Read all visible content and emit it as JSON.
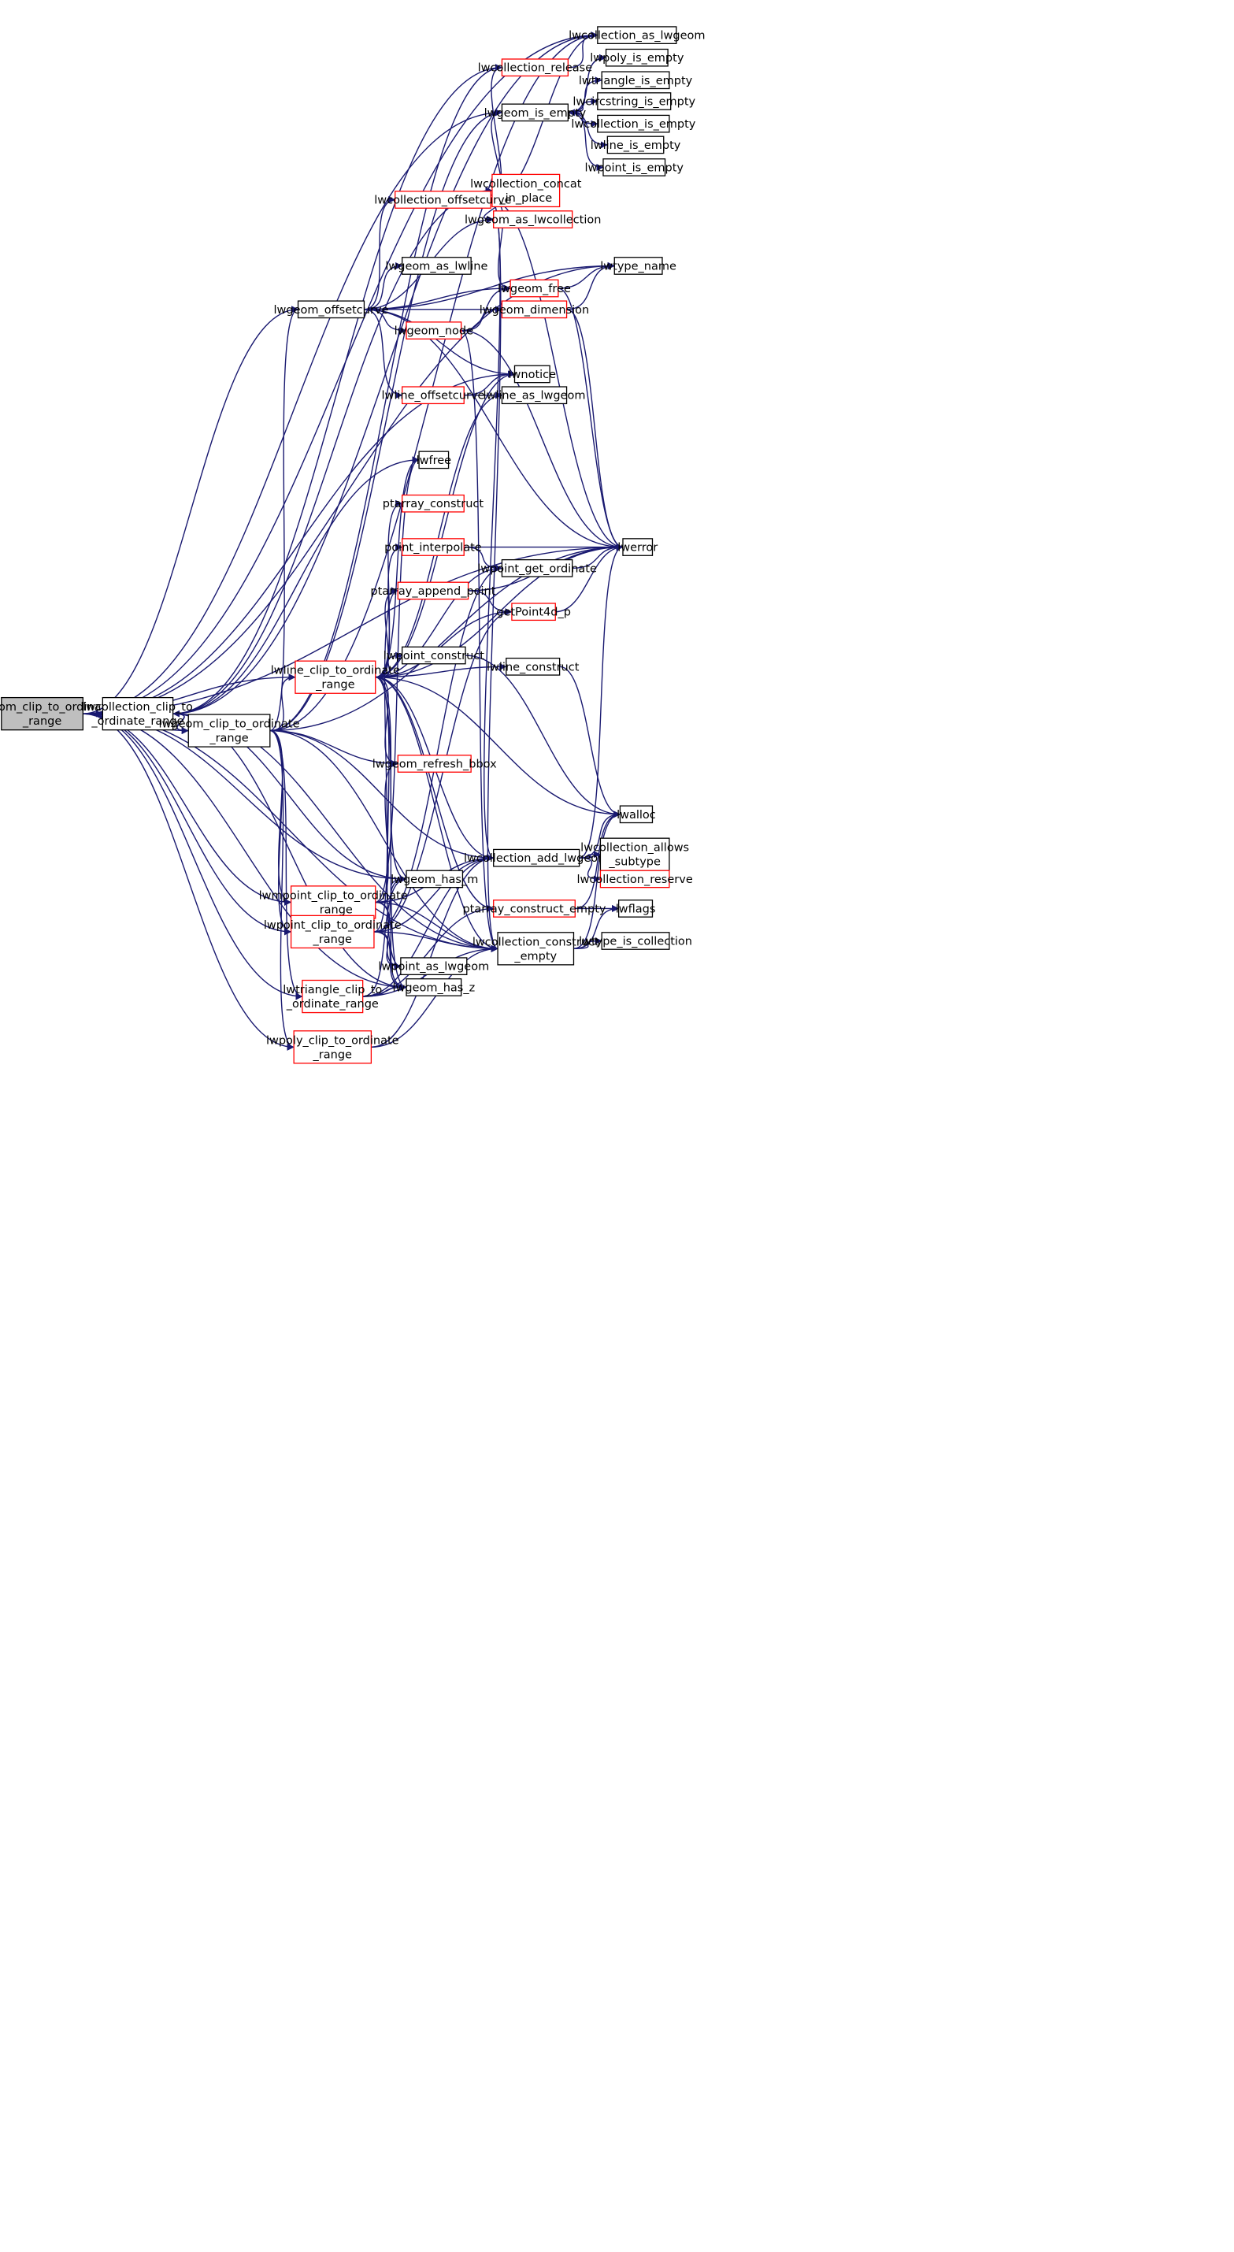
{
  "graph": {
    "edge_color": "#191970",
    "node_border_default": "#000000",
    "node_border_incomplete": "#ff0000",
    "root_fill": "#bfbfbf",
    "nodes": [
      {
        "id": "root",
        "lines": [
          "lwgeom_clip_to_ordinate",
          "_range"
        ],
        "style": "root"
      },
      {
        "id": "lwcollection_clip",
        "lines": [
          "lwcollection_clip_to",
          "_ordinate_range"
        ],
        "style": "normal"
      },
      {
        "id": "lwgeom_clip",
        "lines": [
          "lwgeom_clip_to_ordinate",
          "_range"
        ],
        "style": "normal"
      },
      {
        "id": "lwcollection_as_lwgeom",
        "lines": [
          "lwcollection_as_lwgeom"
        ],
        "style": "normal"
      },
      {
        "id": "lwcollection_release",
        "lines": [
          "lwcollection_release"
        ],
        "style": "red"
      },
      {
        "id": "lwpoly_is_empty",
        "lines": [
          "lwpoly_is_empty"
        ],
        "style": "normal"
      },
      {
        "id": "lwtriangle_is_empty",
        "lines": [
          "lwtriangle_is_empty"
        ],
        "style": "normal"
      },
      {
        "id": "lwgeom_is_empty",
        "lines": [
          "lwgeom_is_empty"
        ],
        "style": "normal"
      },
      {
        "id": "lwcircstring_is_empty",
        "lines": [
          "lwcircstring_is_empty"
        ],
        "style": "normal"
      },
      {
        "id": "lwcollection_is_empty",
        "lines": [
          "lwcollection_is_empty"
        ],
        "style": "normal"
      },
      {
        "id": "lwline_is_empty",
        "lines": [
          "lwline_is_empty"
        ],
        "style": "normal"
      },
      {
        "id": "lwpoint_is_empty",
        "lines": [
          "lwpoint_is_empty"
        ],
        "style": "normal"
      },
      {
        "id": "lwcollection_concat",
        "lines": [
          "lwcollection_concat",
          "_in_place"
        ],
        "style": "red"
      },
      {
        "id": "lwcollection_offsetcurve",
        "lines": [
          "lwcollection_offsetcurve"
        ],
        "style": "red"
      },
      {
        "id": "lwgeom_as_lwcollection",
        "lines": [
          "lwgeom_as_lwcollection"
        ],
        "style": "red"
      },
      {
        "id": "lwgeom_as_lwline",
        "lines": [
          "lwgeom_as_lwline"
        ],
        "style": "normal"
      },
      {
        "id": "lwtype_name",
        "lines": [
          "lwtype_name"
        ],
        "style": "normal"
      },
      {
        "id": "lwgeom_free",
        "lines": [
          "lwgeom_free"
        ],
        "style": "red"
      },
      {
        "id": "lwgeom_offsetcurve",
        "lines": [
          "lwgeom_offsetcurve"
        ],
        "style": "normal"
      },
      {
        "id": "lwgeom_dimension",
        "lines": [
          "lwgeom_dimension"
        ],
        "style": "red"
      },
      {
        "id": "lwgeom_node",
        "lines": [
          "lwgeom_node"
        ],
        "style": "red"
      },
      {
        "id": "lwnotice",
        "lines": [
          "lwnotice"
        ],
        "style": "normal"
      },
      {
        "id": "lwline_offsetcurve",
        "lines": [
          "lwline_offsetcurve"
        ],
        "style": "red"
      },
      {
        "id": "lwline_as_lwgeom",
        "lines": [
          "lwline_as_lwgeom"
        ],
        "style": "normal"
      },
      {
        "id": "lwfree",
        "lines": [
          "lwfree"
        ],
        "style": "normal"
      },
      {
        "id": "ptarray_construct",
        "lines": [
          "ptarray_construct"
        ],
        "style": "red"
      },
      {
        "id": "point_interpolate",
        "lines": [
          "point_interpolate"
        ],
        "style": "red"
      },
      {
        "id": "lwerror",
        "lines": [
          "lwerror"
        ],
        "style": "normal"
      },
      {
        "id": "lwpoint_get_ordinate",
        "lines": [
          "lwpoint_get_ordinate"
        ],
        "style": "normal"
      },
      {
        "id": "ptarray_append_point",
        "lines": [
          "ptarray_append_point"
        ],
        "style": "red"
      },
      {
        "id": "getPoint4d_p",
        "lines": [
          "getPoint4d_p"
        ],
        "style": "red"
      },
      {
        "id": "lwpoint_construct",
        "lines": [
          "lwpoint_construct"
        ],
        "style": "normal"
      },
      {
        "id": "lwline_construct",
        "lines": [
          "lwline_construct"
        ],
        "style": "normal"
      },
      {
        "id": "lwline_clip",
        "lines": [
          "lwline_clip_to_ordinate",
          "_range"
        ],
        "style": "red"
      },
      {
        "id": "lwgeom_refresh_bbox",
        "lines": [
          "lwgeom_refresh_bbox"
        ],
        "style": "red"
      },
      {
        "id": "lwalloc",
        "lines": [
          "lwalloc"
        ],
        "style": "normal"
      },
      {
        "id": "lwcollection_add_lwgeom",
        "lines": [
          "lwcollection_add_lwgeom"
        ],
        "style": "normal"
      },
      {
        "id": "lwcollection_allows_subtype",
        "lines": [
          "lwcollection_allows",
          "_subtype"
        ],
        "style": "normal"
      },
      {
        "id": "lwcollection_reserve",
        "lines": [
          "lwcollection_reserve"
        ],
        "style": "red"
      },
      {
        "id": "lwgeom_has_m",
        "lines": [
          "lwgeom_has_m"
        ],
        "style": "normal"
      },
      {
        "id": "lwmpoint_clip",
        "lines": [
          "lwmpoint_clip_to_ordinate",
          "_range"
        ],
        "style": "red"
      },
      {
        "id": "ptarray_construct_empty",
        "lines": [
          "ptarray_construct_empty"
        ],
        "style": "red"
      },
      {
        "id": "lwflags",
        "lines": [
          "lwflags"
        ],
        "style": "normal"
      },
      {
        "id": "lwpoint_clip",
        "lines": [
          "lwpoint_clip_to_ordinate",
          "_range"
        ],
        "style": "red"
      },
      {
        "id": "lwcollection_construct_empty",
        "lines": [
          "lwcollection_construct",
          "_empty"
        ],
        "style": "normal"
      },
      {
        "id": "lwtype_is_collection",
        "lines": [
          "lwtype_is_collection"
        ],
        "style": "normal"
      },
      {
        "id": "lwpoint_as_lwgeom",
        "lines": [
          "lwpoint_as_lwgeom"
        ],
        "style": "normal"
      },
      {
        "id": "lwtriangle_clip",
        "lines": [
          "lwtriangle_clip_to",
          "_ordinate_range"
        ],
        "style": "red"
      },
      {
        "id": "lwgeom_has_z",
        "lines": [
          "lwgeom_has_z"
        ],
        "style": "normal"
      },
      {
        "id": "lwpoly_clip",
        "lines": [
          "lwpoly_clip_to_ordinate",
          "_range"
        ],
        "style": "red"
      }
    ],
    "edges": [
      [
        "root",
        "lwcollection_clip"
      ],
      [
        "root",
        "lwgeom_clip"
      ],
      [
        "root",
        "lwcollection_as_lwgeom"
      ],
      [
        "root",
        "lwgeom_is_empty"
      ],
      [
        "root",
        "lwtype_name"
      ],
      [
        "root",
        "lwgeom_offsetcurve"
      ],
      [
        "root",
        "lwnotice"
      ],
      [
        "root",
        "lwerror"
      ],
      [
        "root",
        "lwline_clip"
      ],
      [
        "root",
        "lwgeom_has_m"
      ],
      [
        "root",
        "lwmpoint_clip"
      ],
      [
        "root",
        "lwpoint_clip"
      ],
      [
        "root",
        "lwtriangle_clip"
      ],
      [
        "root",
        "lwpoly_clip"
      ],
      [
        "root",
        "lwcollection_construct_empty"
      ],
      [
        "root",
        "lwgeom_has_z"
      ],
      [
        "lwcollection_clip",
        "lwcollection_as_lwgeom"
      ],
      [
        "lwcollection_clip",
        "lwcollection_release"
      ],
      [
        "lwcollection_clip",
        "lwcollection_concat"
      ],
      [
        "lwcollection_clip",
        "lwfree"
      ],
      [
        "lwcollection_clip",
        "lwgeom_clip"
      ],
      [
        "lwcollection_clip",
        "lwgeom_has_m"
      ],
      [
        "lwcollection_clip",
        "lwgeom_has_z"
      ],
      [
        "lwcollection_clip",
        "lwcollection_construct_empty"
      ],
      [
        "lwgeom_clip",
        "lwcollection_clip"
      ],
      [
        "lwgeom_clip",
        "lwcollection_as_lwgeom"
      ],
      [
        "lwgeom_clip",
        "lwcollection_release"
      ],
      [
        "lwgeom_clip",
        "lwgeom_is_empty"
      ],
      [
        "lwgeom_clip",
        "lwgeom_offsetcurve"
      ],
      [
        "lwgeom_clip",
        "lwerror"
      ],
      [
        "lwgeom_clip",
        "lwline_clip"
      ],
      [
        "lwgeom_clip",
        "lwgeom_refresh_bbox"
      ],
      [
        "lwgeom_clip",
        "lwcollection_add_lwgeom"
      ],
      [
        "lwgeom_clip",
        "lwmpoint_clip"
      ],
      [
        "lwgeom_clip",
        "lwpoint_clip"
      ],
      [
        "lwgeom_clip",
        "lwtriangle_clip"
      ],
      [
        "lwgeom_clip",
        "lwpoly_clip"
      ],
      [
        "lwgeom_clip",
        "lwcollection_construct_empty"
      ],
      [
        "lwcollection_release",
        "lwcollection_as_lwgeom"
      ],
      [
        "lwgeom_is_empty",
        "lwpoly_is_empty"
      ],
      [
        "lwgeom_is_empty",
        "lwtriangle_is_empty"
      ],
      [
        "lwgeom_is_empty",
        "lwcircstring_is_empty"
      ],
      [
        "lwgeom_is_empty",
        "lwcollection_is_empty"
      ],
      [
        "lwgeom_is_empty",
        "lwline_is_empty"
      ],
      [
        "lwgeom_is_empty",
        "lwpoint_is_empty"
      ],
      [
        "lwcollection_is_empty",
        "lwgeom_is_empty"
      ],
      [
        "lwcollection_offsetcurve",
        "lwcollection_as_lwgeom"
      ],
      [
        "lwcollection_offsetcurve",
        "lwcollection_release"
      ],
      [
        "lwcollection_offsetcurve",
        "lwgeom_is_empty"
      ],
      [
        "lwcollection_offsetcurve",
        "lwcollection_concat"
      ],
      [
        "lwcollection_offsetcurve",
        "lwgeom_as_lwcollection"
      ],
      [
        "lwcollection_offsetcurve",
        "lwgeom_free"
      ],
      [
        "lwcollection_offsetcurve",
        "lwerror"
      ],
      [
        "lwcollection_offsetcurve",
        "lwcollection_add_lwgeom"
      ],
      [
        "lwcollection_offsetcurve",
        "lwcollection_construct_empty"
      ],
      [
        "lwgeom_offsetcurve",
        "lwcollection_offsetcurve"
      ],
      [
        "lwgeom_offsetcurve",
        "lwgeom_as_lwcollection"
      ],
      [
        "lwgeom_offsetcurve",
        "lwgeom_as_lwline"
      ],
      [
        "lwgeom_offsetcurve",
        "lwtype_name"
      ],
      [
        "lwgeom_offsetcurve",
        "lwgeom_free"
      ],
      [
        "lwgeom_offsetcurve",
        "lwgeom_dimension"
      ],
      [
        "lwgeom_offsetcurve",
        "lwgeom_node"
      ],
      [
        "lwgeom_offsetcurve",
        "lwline_offsetcurve"
      ],
      [
        "lwgeom_offsetcurve",
        "lwerror"
      ],
      [
        "lwgeom_offsetcurve",
        "lwnotice"
      ],
      [
        "lwgeom_free",
        "lwtype_name"
      ],
      [
        "lwgeom_free",
        "lwerror"
      ],
      [
        "lwgeom_dimension",
        "lwtype_name"
      ],
      [
        "lwgeom_dimension",
        "lwerror"
      ],
      [
        "lwgeom_node",
        "lwgeom_free"
      ],
      [
        "lwgeom_node",
        "lwgeom_dimension"
      ],
      [
        "lwgeom_node",
        "lwerror"
      ],
      [
        "lwgeom_node",
        "lwcollection_construct_empty"
      ],
      [
        "lwline_offsetcurve",
        "lwnotice"
      ],
      [
        "lwline_offsetcurve",
        "lwline_as_lwgeom"
      ],
      [
        "point_interpolate",
        "lwerror"
      ],
      [
        "point_interpolate",
        "lwpoint_get_ordinate"
      ],
      [
        "lwpoint_get_ordinate",
        "lwerror"
      ],
      [
        "ptarray_append_point",
        "lwerror"
      ],
      [
        "ptarray_append_point",
        "getPoint4d_p"
      ],
      [
        "getPoint4d_p",
        "lwerror"
      ],
      [
        "lwpoint_construct",
        "lwalloc"
      ],
      [
        "lwline_construct",
        "lwalloc"
      ],
      [
        "lwline_clip",
        "lwnotice"
      ],
      [
        "lwline_clip",
        "lwline_as_lwgeom"
      ],
      [
        "lwline_clip",
        "lwfree"
      ],
      [
        "lwline_clip",
        "ptarray_construct"
      ],
      [
        "lwline_clip",
        "point_interpolate"
      ],
      [
        "lwline_clip",
        "lwerror"
      ],
      [
        "lwline_clip",
        "lwpoint_get_ordinate"
      ],
      [
        "lwline_clip",
        "ptarray_append_point"
      ],
      [
        "lwline_clip",
        "getPoint4d_p"
      ],
      [
        "lwline_clip",
        "lwpoint_construct"
      ],
      [
        "lwline_clip",
        "lwline_construct"
      ],
      [
        "lwline_clip",
        "lwgeom_refresh_bbox"
      ],
      [
        "lwline_clip",
        "lwalloc"
      ],
      [
        "lwline_clip",
        "lwcollection_add_lwgeom"
      ],
      [
        "lwline_clip",
        "lwgeom_has_m"
      ],
      [
        "lwline_clip",
        "ptarray_construct_empty"
      ],
      [
        "lwline_clip",
        "lwcollection_construct_empty"
      ],
      [
        "lwline_clip",
        "lwpoint_as_lwgeom"
      ],
      [
        "lwline_clip",
        "lwgeom_has_z"
      ],
      [
        "lwcollection_add_lwgeom",
        "lwerror"
      ],
      [
        "lwcollection_add_lwgeom",
        "lwalloc"
      ],
      [
        "lwcollection_add_lwgeom",
        "lwcollection_allows_subtype"
      ],
      [
        "lwcollection_add_lwgeom",
        "lwcollection_reserve"
      ],
      [
        "lwmpoint_clip",
        "lwgeom_refresh_bbox"
      ],
      [
        "lwmpoint_clip",
        "lwgeom_has_m"
      ],
      [
        "lwmpoint_clip",
        "lwcollection_add_lwgeom"
      ],
      [
        "lwmpoint_clip",
        "lwcollection_construct_empty"
      ],
      [
        "lwmpoint_clip",
        "lwpoint_as_lwgeom"
      ],
      [
        "lwmpoint_clip",
        "lwgeom_has_z"
      ],
      [
        "lwmpoint_clip",
        "lwfree"
      ],
      [
        "ptarray_construct_empty",
        "lwalloc"
      ],
      [
        "ptarray_construct_empty",
        "lwflags"
      ],
      [
        "lwpoint_clip",
        "ptarray_append_point"
      ],
      [
        "lwpoint_clip",
        "lwpoint_get_ordinate"
      ],
      [
        "lwpoint_clip",
        "lwgeom_has_m"
      ],
      [
        "lwpoint_clip",
        "lwcollection_construct_empty"
      ],
      [
        "lwpoint_clip",
        "lwcollection_add_lwgeom"
      ],
      [
        "lwpoint_clip",
        "lwpoint_as_lwgeom"
      ],
      [
        "lwpoint_clip",
        "lwgeom_has_z"
      ],
      [
        "lwpoint_clip",
        "getPoint4d_p"
      ],
      [
        "lwcollection_construct_empty",
        "lwalloc"
      ],
      [
        "lwcollection_construct_empty",
        "lwflags"
      ],
      [
        "lwcollection_construct_empty",
        "lwtype_is_collection"
      ],
      [
        "lwtriangle_clip",
        "lwgeom_has_m"
      ],
      [
        "lwtriangle_clip",
        "lwcollection_add_lwgeom"
      ],
      [
        "lwtriangle_clip",
        "lwcollection_construct_empty"
      ],
      [
        "lwtriangle_clip",
        "lwgeom_has_z"
      ],
      [
        "lwtriangle_clip",
        "ptarray_construct_empty"
      ],
      [
        "lwpoly_clip",
        "lwcollection_add_lwgeom"
      ],
      [
        "lwpoly_clip",
        "lwcollection_construct_empty"
      ]
    ]
  }
}
